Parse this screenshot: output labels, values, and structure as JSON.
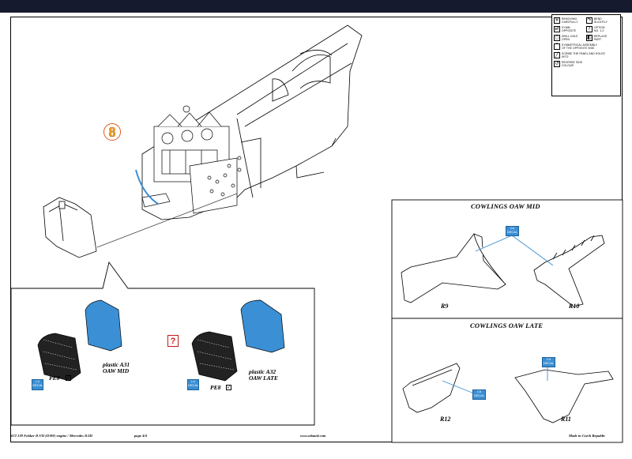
{
  "step": {
    "number": "8"
  },
  "legend": {
    "rows": [
      [
        {
          "icon": "remove-icon",
          "glyph": "✕",
          "text": "REMOVING\nCAREFULLY"
        },
        {
          "icon": "bend-icon",
          "glyph": "↷",
          "text": "BEND\nSLIGHTLY"
        }
      ],
      [
        {
          "icon": "symmetrical-icon",
          "glyph": "⇄",
          "text": "SYMM.\nOPPOSITE"
        },
        {
          "icon": "option-icon",
          "glyph": "?",
          "text": "OPTION\nNO. 1,2"
        }
      ],
      [
        {
          "icon": "drill-icon",
          "glyph": "○",
          "text": "DRILL HOLE\nOPEN"
        },
        {
          "icon": "replace-icon",
          "glyph": "◧",
          "text": "REPLACE\nPART"
        }
      ],
      [
        {
          "icon": "fold-icon",
          "glyph": "⌒",
          "text": "SYMMETRICAL ASSEMBLY\nOF THE OPPOSITE SIDE"
        }
      ],
      [
        {
          "icon": "scribe-icon",
          "glyph": "╱",
          "text": "SCRIBE THE PANEL AND HOLES\nINTO"
        }
      ],
      [
        {
          "icon": "reverse-icon",
          "glyph": "↺",
          "text": "REVERSE SIDE\nCOLOUR"
        }
      ]
    ]
  },
  "panels": {
    "mid": {
      "title": "COWLINGS OAW MID",
      "left_part": "R9",
      "right_part": "R10",
      "callout": "C4\nDECAL"
    },
    "late": {
      "title": "COWLINGS OAW LATE",
      "left_part": "R12",
      "right_part": "R11",
      "callout_left": "C4\nDECAL",
      "callout_right": "C5\nDECAL"
    }
  },
  "detail": {
    "left": {
      "plastic": "plastic A31\nOAW MID",
      "pe": "PE8",
      "callout": "L3\nDECAL"
    },
    "right": {
      "plastic": "plastic A32\nOAW LATE",
      "pe": "PE8",
      "callout": "L3\nDECAL"
    },
    "option_mark": "?"
  },
  "footer": {
    "left": "672 139  Fokker D.VII (OAW) engine / Mercedes D.III",
    "page": "page 4/4",
    "center": "www.eduard.com",
    "right": "Made in Czech Republic"
  },
  "colors": {
    "topbar": "#151a2e",
    "accent_blue": "#3b8fd4",
    "step_orange": "#e05a1b",
    "option_red": "#d12020"
  }
}
